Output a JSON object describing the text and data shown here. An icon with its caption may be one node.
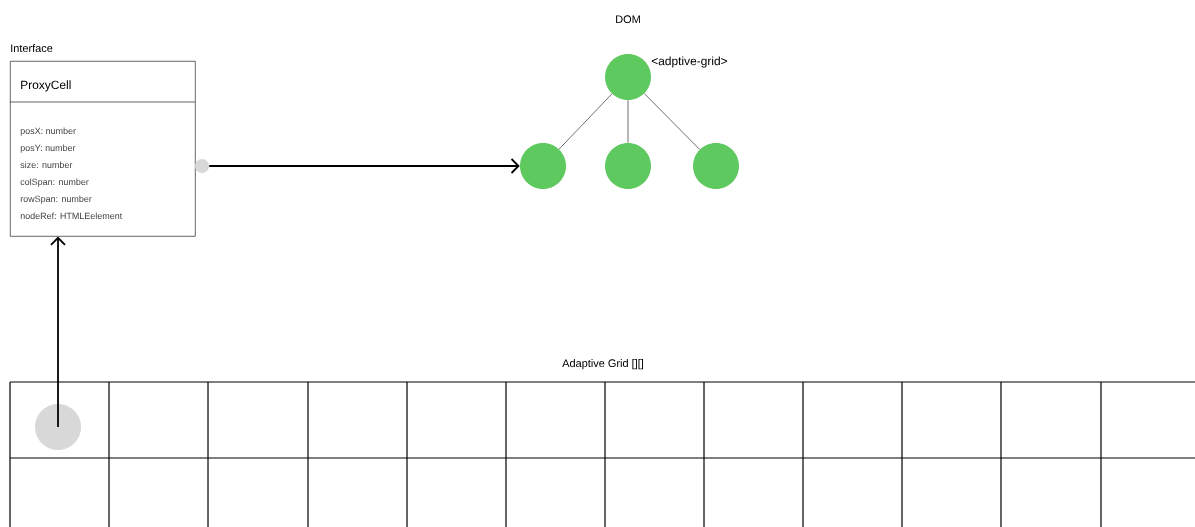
{
  "diagram": {
    "nodes": [
      {
        "text": [
          "Interface",
          "ProxyCell",
          "posX: number",
          "posY: number",
          "size: number",
          "colSpan: number",
          "rowSpan: number",
          "nodeRef: HTMLEelement"
        ]
      },
      {
        "text": [],
        "shape": "circle"
      },
      {
        "text": [],
        "shape": "circle",
        "beside": [
          "<adptive-grid>"
        ]
      },
      {
        "text": [],
        "shape": "circle"
      },
      {
        "text": [],
        "shape": "circle"
      },
      {
        "text": [],
        "shape": "circle"
      },
      {
        "text": [
          "Adaptive Grid [][]"
        ]
      },
      {
        "text": [],
        "shape": "circle",
        "in": 6
      }
    ],
    "edges": [
      {
        "from": 1,
        "to": 3,
        "arrow": "to"
      },
      {
        "from": 2,
        "to": 3,
        "arrow": "none"
      },
      {
        "from": 2,
        "to": 4,
        "arrow": "none"
      },
      {
        "from": 2,
        "to": 5,
        "arrow": "none"
      },
      {
        "from": 7,
        "to": 0,
        "arrow": "to"
      }
    ],
    "labels": [
      "DOM"
    ]
  }
}
